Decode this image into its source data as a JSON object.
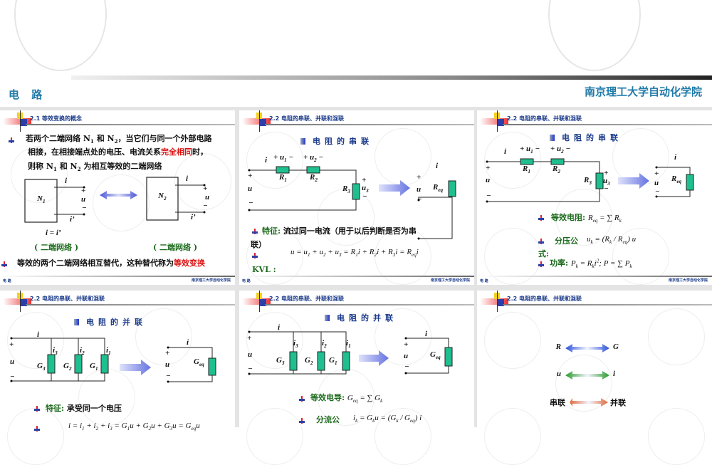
{
  "header": {
    "title": "电 路",
    "school": "南京理工大学自动化学院"
  },
  "footer": {
    "left": "电 路",
    "right": "南京理工大学自动化学院"
  },
  "colors": {
    "accent": "#1a3a8a",
    "resistor": "#1fbf8f",
    "highlight": "#dd1111",
    "green_text": "#1d6b1d"
  },
  "slides": [
    {
      "title": "2.1  等效变换的概念",
      "line1": "若两个二端网络 N_{1} 和 N_{2}，当它们与同一个外部电路",
      "line2a": "相接，在相接端点处的电压、电流关系",
      "line2b": "完全相同",
      "line2c": "时，",
      "line3": "则称 N_{1} 和 N_{2} 为相互等效的二端网络",
      "n1": "N_{1}",
      "n2": "N_{2}",
      "i": "i",
      "ip": "i’",
      "plus": "+",
      "minus": "−",
      "u": "u",
      "eq": "i = i’",
      "net1": "( 二端网络 )",
      "net2": "( 二端网络 )",
      "line4a": "等效的两个二端网络相互替代，这种替代称为",
      "line4b": "等效变换"
    },
    {
      "title": "2.2  电阻的串联、并联和混联",
      "heading": "电阻的串联",
      "labels": {
        "i": "i",
        "u1": "+ u_{1} −",
        "u2": "+ u_{2} −",
        "r1": "R_{1}",
        "r2": "R_{2}",
        "r3": "R_{3}",
        "u3": "u_{3}",
        "u": "u",
        "plus": "+",
        "minus": "−",
        "req": "R_{eq}"
      },
      "feature_label": "特征:",
      "feature": "流过同一电流（用于以后判断是否为串",
      "feature2": "联）",
      "kvl": "KVL :",
      "kvl_eq": "u = u_{1} + u_{2} + u_{3} = R_{1}i + R_{2}i + R_{3}i = R_{eq}i"
    },
    {
      "title": "2.2  电阻的串联、并联和混联",
      "heading": "电阻的串联",
      "labels": {
        "i": "i",
        "u1": "+ u_{1} −",
        "u2": "+ u_{2} −",
        "r1": "R_{1}",
        "r2": "R_{2}",
        "r3": "R_{3}",
        "u3": "u_{3}",
        "u": "u",
        "plus": "+",
        "minus": "−",
        "req": "R_{eq}"
      },
      "req_label": "等效电阻:",
      "req_eq": "R_{eq} = ∑ R_{k}",
      "div_label": "分压公",
      "div_label2": "式:",
      "div_eq": "u_{k} = (R_{k} / R_{eq}) u",
      "power_label": "功率:",
      "power_eq": "P_{k} = R_{k}i^{2};  P = ∑ P_{k}"
    },
    {
      "title": "2.2  电阻的串联、并联和混联",
      "heading": "电阻的并联",
      "labels": {
        "i": "i",
        "i1": "i_{1}",
        "i2": "i_{2}",
        "i3": "i_{3}",
        "g1": "G_{1}",
        "g2": "G_{2}",
        "g3": "G_{3}",
        "u": "u",
        "plus": "+",
        "minus": "−",
        "geq": "G_{eq}"
      },
      "feature_label": "特征:",
      "feature": "承受同一个电压",
      "kcl_eq": "i = i_{1} + i_{2} + i_{3} = G_{1}u + G_{2}u + G_{3}u = G_{eq}u"
    },
    {
      "title": "2.2  电阻的串联、并联和混联",
      "heading": "电阻的并联",
      "labels": {
        "i": "i",
        "i1": "i_{1}",
        "i2": "i_{2}",
        "i3": "i_{3}",
        "g1": "G_{1}",
        "g2": "G_{2}",
        "g3": "G_{3}",
        "u": "u",
        "plus": "+",
        "minus": "−",
        "geq": "G_{eq}"
      },
      "geq_label": "等效电导:",
      "geq_eq": "G_{eq} = ∑ G_{k}",
      "div_label": "分流公",
      "div_eq": "i_{k} = G_{k}u = (G_{k} / G_{eq}) i"
    },
    {
      "title": "2.2  电阻的串联、并联和混联",
      "pairs": [
        {
          "left": "R",
          "right": "G",
          "color": "#2a4fd8"
        },
        {
          "left": "u",
          "right": "i",
          "color": "#2a9a2a"
        },
        {
          "left": "串联",
          "right": "并联",
          "color": "#e06a3a"
        }
      ]
    }
  ]
}
